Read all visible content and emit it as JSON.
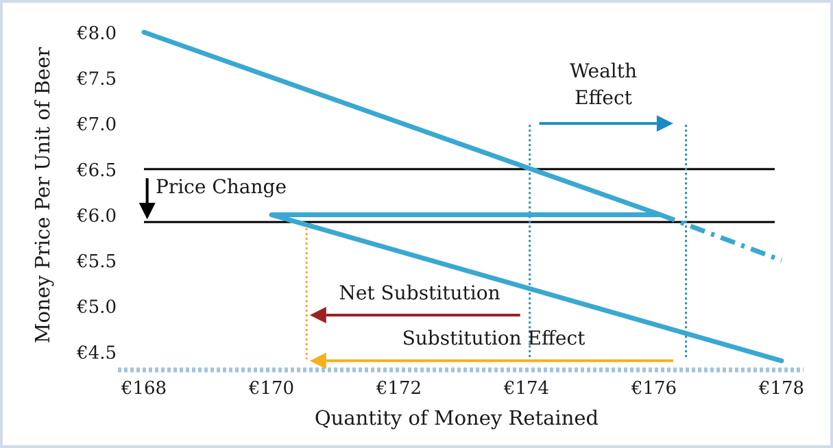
{
  "chart_data": {
    "type": "line",
    "title": "",
    "xlabel": "Quantity of Money Retained",
    "ylabel": "Money Price Per Unit of Beer",
    "xlim": [
      168,
      178
    ],
    "ylim": [
      4.3,
      8.0
    ],
    "x_ticks": [
      {
        "value": 168,
        "label": "€168"
      },
      {
        "value": 170,
        "label": "€170"
      },
      {
        "value": 172,
        "label": "€172"
      },
      {
        "value": 174,
        "label": "€174"
      },
      {
        "value": 176,
        "label": "€176"
      },
      {
        "value": 178,
        "label": "€178"
      }
    ],
    "y_ticks": [
      {
        "value": 8.0,
        "label": "€8.0"
      },
      {
        "value": 7.5,
        "label": "€7.5"
      },
      {
        "value": 7.0,
        "label": "€7.0"
      },
      {
        "value": 6.5,
        "label": "€6.5"
      },
      {
        "value": 6.0,
        "label": "€6.0"
      },
      {
        "value": 5.5,
        "label": "€5.5"
      },
      {
        "value": 5.0,
        "label": "€5.0"
      },
      {
        "value": 4.5,
        "label": "€4.5"
      }
    ],
    "grid": false,
    "legend": "none",
    "series": [
      {
        "points": [
          [
            168,
            8.0
          ],
          [
            176.1,
            6.0
          ]
        ],
        "color": "#3aa8d0",
        "style": "solid"
      },
      {
        "points": [
          [
            176.1,
            6.0
          ],
          [
            178,
            5.5
          ]
        ],
        "color": "#3aa8d0",
        "style": "dash-dot"
      },
      {
        "points": [
          [
            170,
            6.0
          ],
          [
            176.1,
            6.0
          ]
        ],
        "color": "#3aa8d0",
        "style": "solid"
      },
      {
        "points": [
          [
            170,
            6.0
          ],
          [
            178,
            4.4
          ]
        ],
        "color": "#3aa8d0",
        "style": "solid"
      }
    ],
    "price_lines": [
      {
        "y": 6.5,
        "x": [
          168,
          178
        ],
        "color": "#000000"
      },
      {
        "y": 5.92,
        "x": [
          168,
          178
        ],
        "color": "#000000"
      }
    ],
    "guide_lines": [
      {
        "x": 174.05,
        "y": [
          4.4,
          7.0
        ],
        "color": "#1f8fc4"
      },
      {
        "x": 176.5,
        "y": [
          4.4,
          7.0
        ],
        "color": "#1f8fc4"
      },
      {
        "x": 170.55,
        "y": [
          4.4,
          5.92
        ],
        "color": "#f5a623"
      }
    ],
    "arrows": [
      {
        "label": "Wealth Effect",
        "from": [
          174.2,
          7.0
        ],
        "to": [
          176.3,
          7.0
        ],
        "color": "#1a8ac4"
      },
      {
        "label": "Net Substitution",
        "from": [
          173.9,
          4.9
        ],
        "to": [
          170.6,
          4.9
        ],
        "color": "#9b2224"
      },
      {
        "label": "Substitution Effect",
        "from": [
          176.3,
          4.4
        ],
        "to": [
          170.6,
          4.4
        ],
        "color": "#f5b01e"
      },
      {
        "label": "Price Change",
        "from": [
          168.05,
          6.4
        ],
        "to": [
          168.05,
          5.95
        ],
        "color": "#000000"
      }
    ],
    "annotations": {
      "wealth_effect_line1": "Wealth",
      "wealth_effect_line2": "Effect",
      "price_change": "Price Change",
      "net_substitution": "Net Substitution",
      "substitution_effect": "Substitution Effect"
    }
  }
}
